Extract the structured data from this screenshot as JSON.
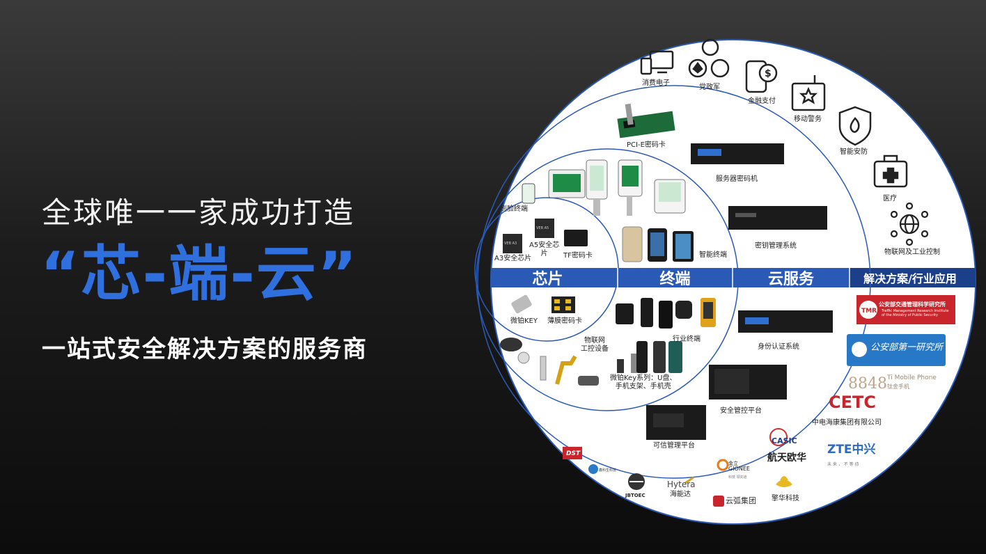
{
  "headline": "全球唯一一家成功打造",
  "slogan": "“芯-端-云”",
  "subline": "一站式安全解决方案的服务商",
  "bands": {
    "chip": "芯片",
    "terminal": "终端",
    "cloud": "云服务",
    "solution": "解决方案/行业应用"
  },
  "industry": [
    {
      "label": "消费电子",
      "icon": "devices-icon"
    },
    {
      "label": "党政军",
      "icon": "emblem-icon"
    },
    {
      "label": "金融支付",
      "icon": "payment-icon"
    },
    {
      "label": "移动警务",
      "icon": "police-icon"
    },
    {
      "label": "智能安防",
      "icon": "shield-icon"
    },
    {
      "label": "医疗",
      "icon": "medical-icon"
    },
    {
      "label": "物联网及工业控制",
      "icon": "iot-icon"
    }
  ],
  "cloud_products": {
    "pcie": "PCI-E密码卡",
    "server": "服务器密码机",
    "key_mgmt": "密钥管理系统",
    "auth": "身份认证系统",
    "security": "安全管控平台",
    "trusted": "可信管理平台"
  },
  "terminal_products": {
    "face": "刷脸终端",
    "smart": "智能终端",
    "industry": "行业终端",
    "iot": "物联网\n工控设备",
    "ukey": "微铂Key系列：U盘、\n手机支架、手机壳"
  },
  "chip_products": {
    "a3": "A3安全芯片",
    "a5": "A5安全芯\n片",
    "tf": "TF密码卡",
    "vkey": "微铂KEY",
    "film": "薄膜密码卡"
  },
  "partners": {
    "tmri_cn": "公安部交通管理科学研究所",
    "tmri_en": "Traffic Management Research Institute of the Ministry of Public Security",
    "police3": "公安部第一研究所",
    "ti_en": "Ti Mobile Phone",
    "ti_cn": "钛金手机",
    "ti_num": "8848",
    "cetc": "CETC",
    "cetc_cn": "中电海康集团有限公司",
    "zte": "ZTE中兴",
    "zte_sub": "未 来 ， 不 等 待",
    "casic": "CASIC",
    "casic_cn": "航天欧华",
    "jbtoec": "JBTOEC",
    "hytera": "Hytera",
    "hytera_cn": "海能达",
    "gionee": "GIONEE",
    "gionee_cn": "金立",
    "gionee_sub": "科技 领先道",
    "yunhu": "云弧集团",
    "jinghua": "擎华科技",
    "dst": "DST",
    "xinkesheng": "鑫科生科技"
  },
  "colors": {
    "accent": "#2f6fde",
    "band": "#2a5ab5",
    "band_dark": "#1c3f8a"
  }
}
